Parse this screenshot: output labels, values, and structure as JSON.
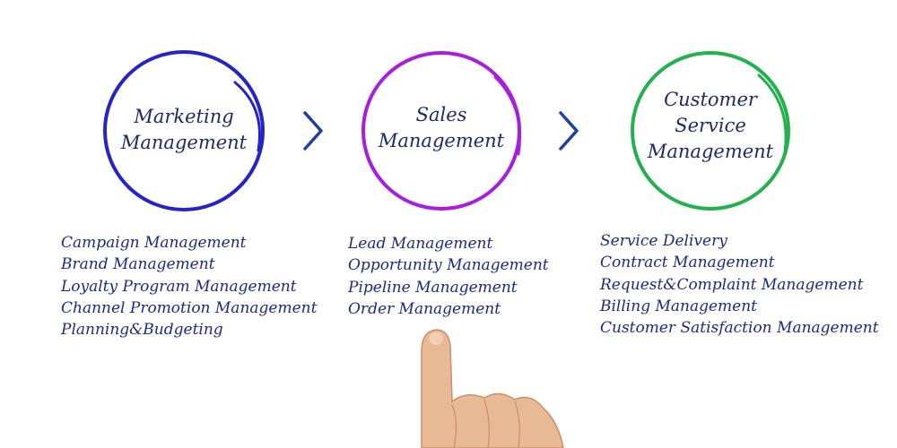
{
  "stages": [
    {
      "title_lines": [
        "Marketing",
        "Management"
      ],
      "color": "#2424c8",
      "items": [
        "Campaign Management",
        "Brand Management",
        "Loyalty Program Management",
        "Channel Promotion Management",
        "Planning&Budgeting"
      ]
    },
    {
      "title_lines": [
        "Sales",
        "Management"
      ],
      "color": "#a61fe0",
      "items": [
        "Lead Management",
        "Opportunity Management",
        "Pipeline Management",
        "Order Management"
      ]
    },
    {
      "title_lines": [
        "Customer",
        "Service",
        "Management"
      ],
      "color": "#22b14c",
      "items": [
        "Service Delivery",
        "Contract Management",
        "Request&Complaint Management",
        "Billing Management",
        "Customer Satisfaction Management"
      ]
    }
  ],
  "arrow_color": "#1f3fa8",
  "text_color": "#1c2a86",
  "title_color": "#1d2a6b"
}
